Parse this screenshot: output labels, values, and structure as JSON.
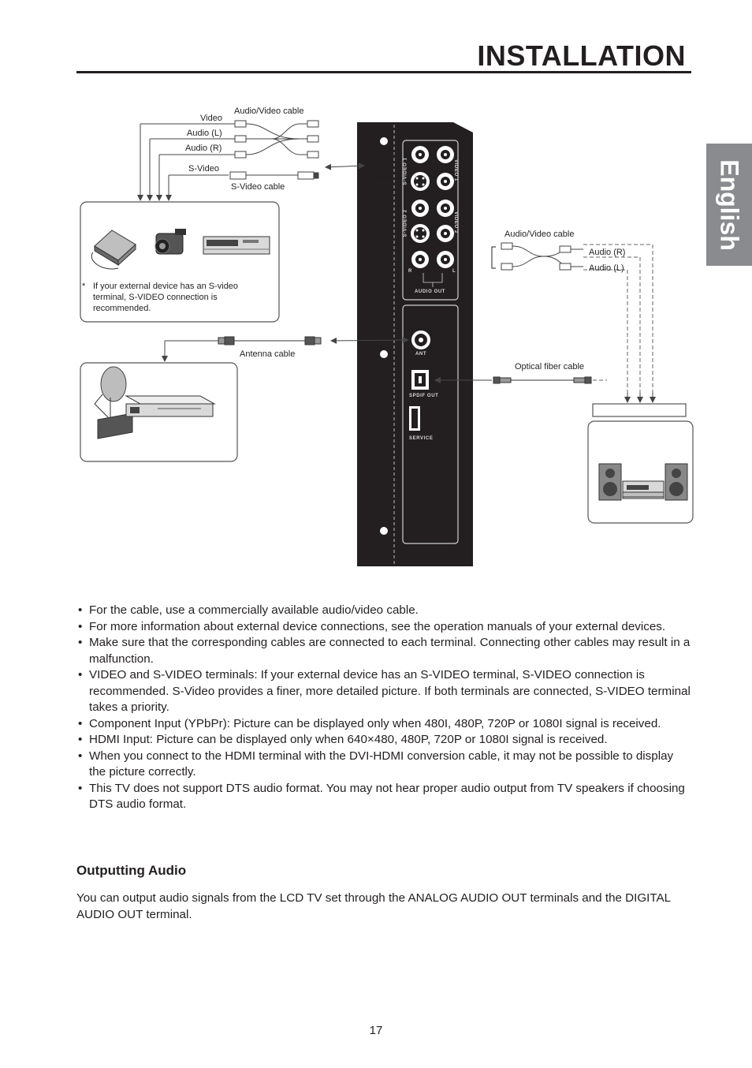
{
  "header": {
    "title": "INSTALLATION",
    "language_tab": "English"
  },
  "diagram": {
    "labels": {
      "av_cable_left": "Audio/Video cable",
      "video": "Video",
      "audio_l": "Audio (L)",
      "audio_r": "Audio (R)",
      "s_video": "S-Video",
      "s_video_cable": "S-Video cable",
      "antenna_cable": "Antenna cable",
      "av_cable_right": "Audio/Video cable",
      "audio_r_right": "Audio (R)",
      "audio_l_right": "Audio (L)",
      "optical_cable": "Optical fiber cable"
    },
    "note": {
      "marker": "*",
      "text": "If your external device has an S-video terminal, S-VIDEO connection is recommended."
    },
    "panel_labels": {
      "s_video_1": "S-VIDEO 1",
      "video_1": "VIDEO 1",
      "s_video_2": "S-VIDEO 2",
      "video_2": "VIDEO 2",
      "r": "R",
      "l": "L",
      "audio_out": "AUDIO OUT",
      "ant": "ANT",
      "spdif_out": "SPDIF OUT",
      "service": "SERVICE"
    },
    "icons": [
      "dvd-player-icon",
      "camcorder-icon",
      "vcr-icon",
      "satellite-dish-icon",
      "set-top-box-icon",
      "stereo-system-icon"
    ]
  },
  "bullets": [
    "For the cable, use a commercially available audio/video cable.",
    "For more information about external device connections, see the operation manuals of your external devices.",
    "Make sure that the corresponding cables are connected to each terminal. Connecting other cables may result in a malfunction.",
    "VIDEO and S-VIDEO terminals: If your external device has an S-VIDEO terminal, S-VIDEO connection is recommended. S-Video provides a finer, more detailed picture. If both terminals are connected, S-VIDEO terminal takes a priority.",
    "Component Input (YPbPr): Picture can be displayed only when 480I, 480P,  720P or 1080I signal is received.",
    "HDMI Input: Picture can be displayed only when 640×480, 480P, 720P or 1080I signal is received.",
    "When you connect to the HDMI terminal with the DVI-HDMI conversion cable, it may not be possible to display the picture correctly.",
    "This TV does not support DTS audio format. You may not hear proper audio output from TV speakers if choosing DTS audio format."
  ],
  "section": {
    "title": "Outputting  Audio",
    "body": "You can output audio signals from the LCD TV set through the ANALOG AUDIO OUT terminals and the DIGITAL AUDIO OUT terminal."
  },
  "footer": {
    "page_number": "17"
  }
}
